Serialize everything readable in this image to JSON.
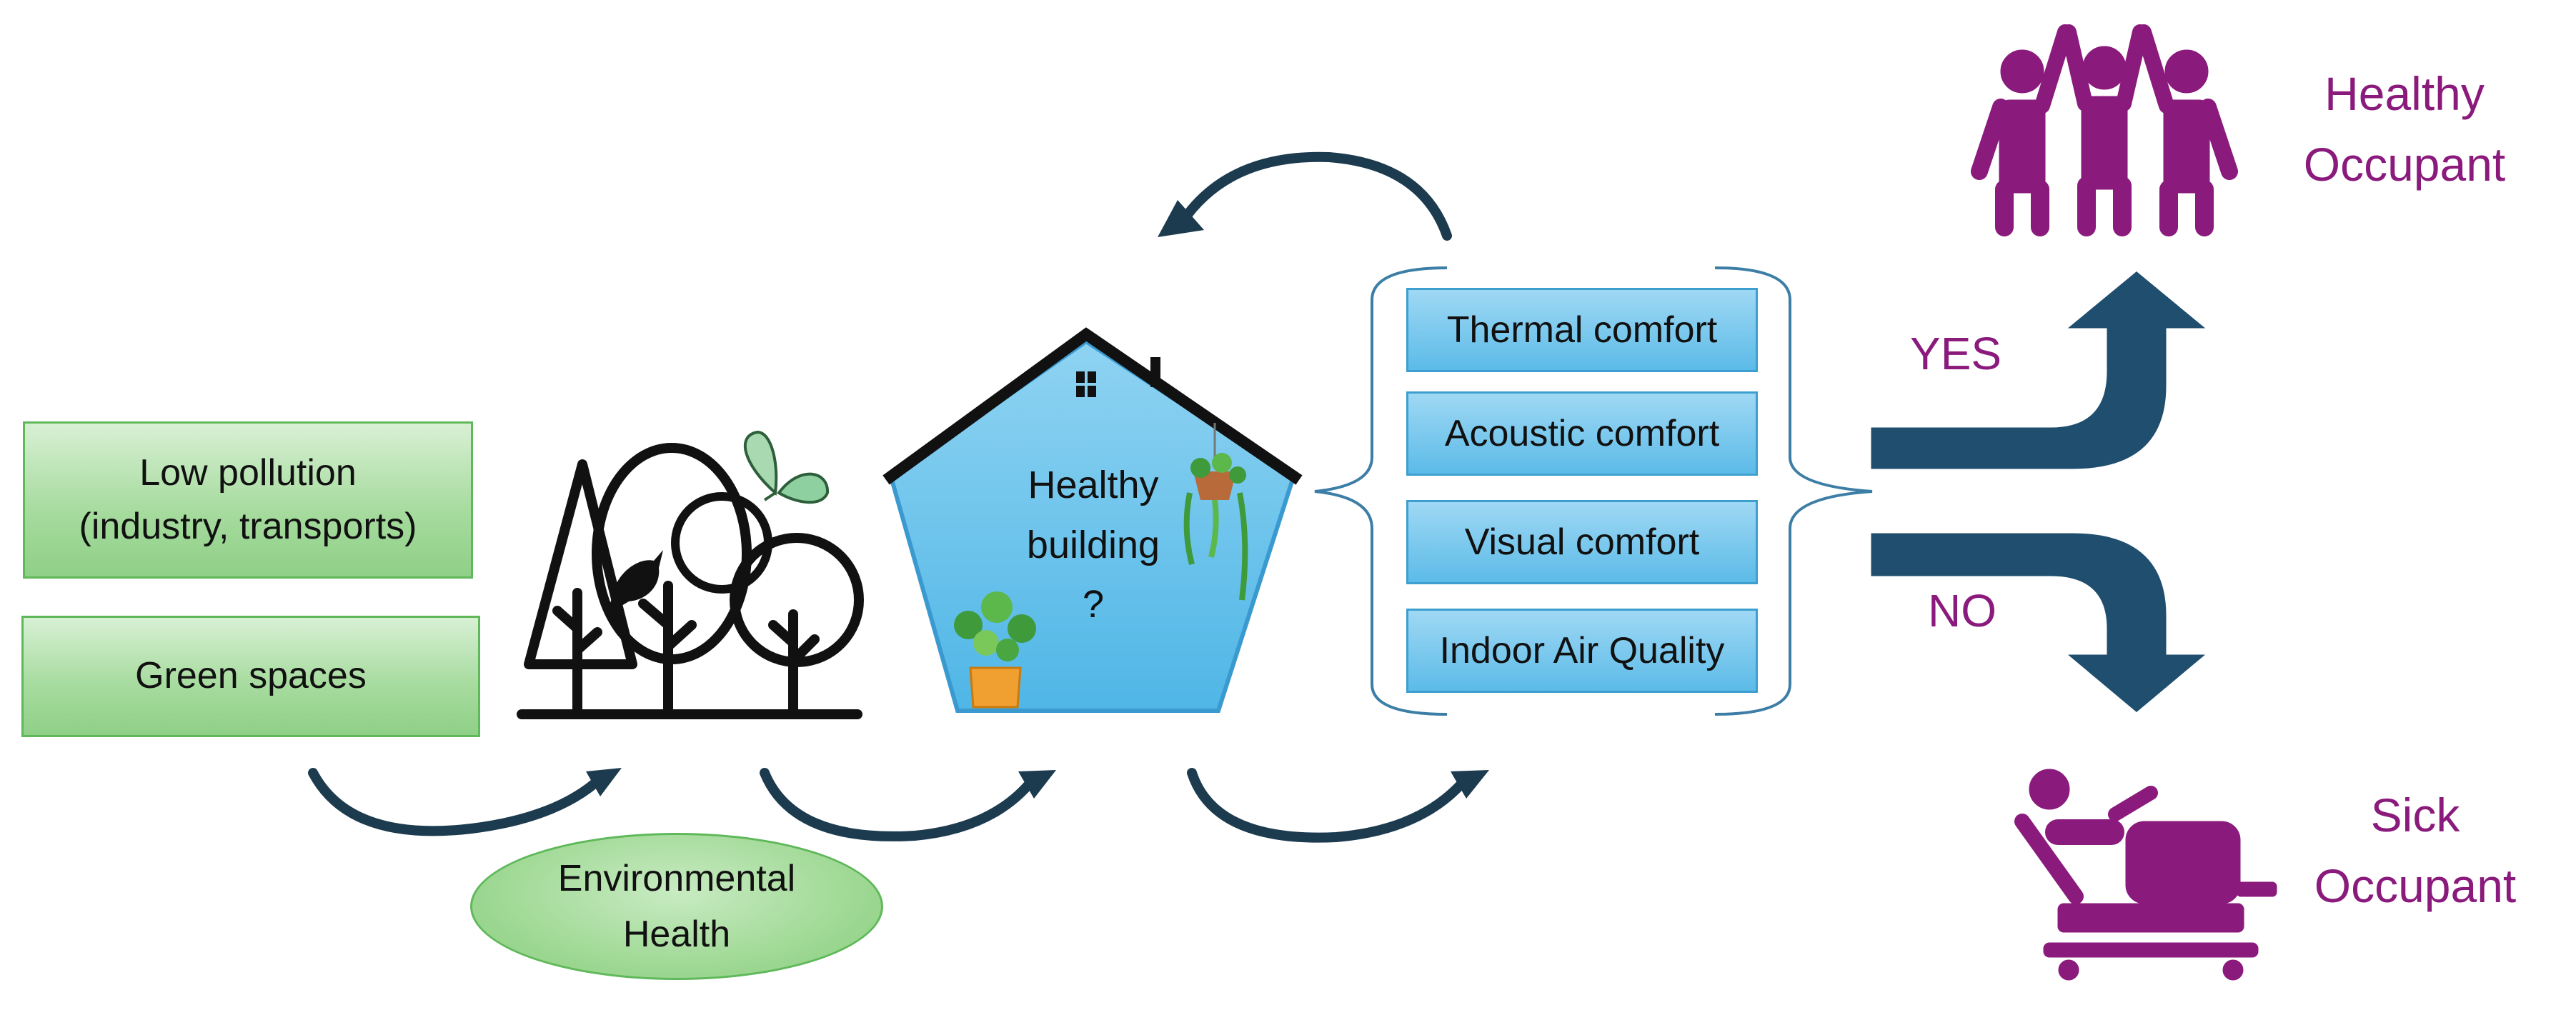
{
  "environment_factors": {
    "low_pollution_line1": "Low pollution",
    "low_pollution_line2": "(industry, transports)",
    "green_spaces": "Green spaces"
  },
  "environmental_health": {
    "line1": "Environmental",
    "line2": "Health"
  },
  "building": {
    "line1": "Healthy",
    "line2": "building",
    "line3": "?"
  },
  "comfort_factors": [
    "Thermal comfort",
    "Acoustic comfort",
    "Visual comfort",
    "Indoor Air Quality"
  ],
  "decision": {
    "yes": "YES",
    "no": "NO"
  },
  "outcomes": {
    "healthy_line1": "Healthy",
    "healthy_line2": "Occupant",
    "sick_line1": "Sick",
    "sick_line2": "Occupant"
  },
  "colors": {
    "green_box": "#a8dca0",
    "blue_box": "#5cbbe8",
    "house_fill": "#64c1ea",
    "arrow_dark": "#1d3b4f",
    "decision_arrow": "#1f4e6e",
    "occupant_purple": "#8a1a7c"
  }
}
